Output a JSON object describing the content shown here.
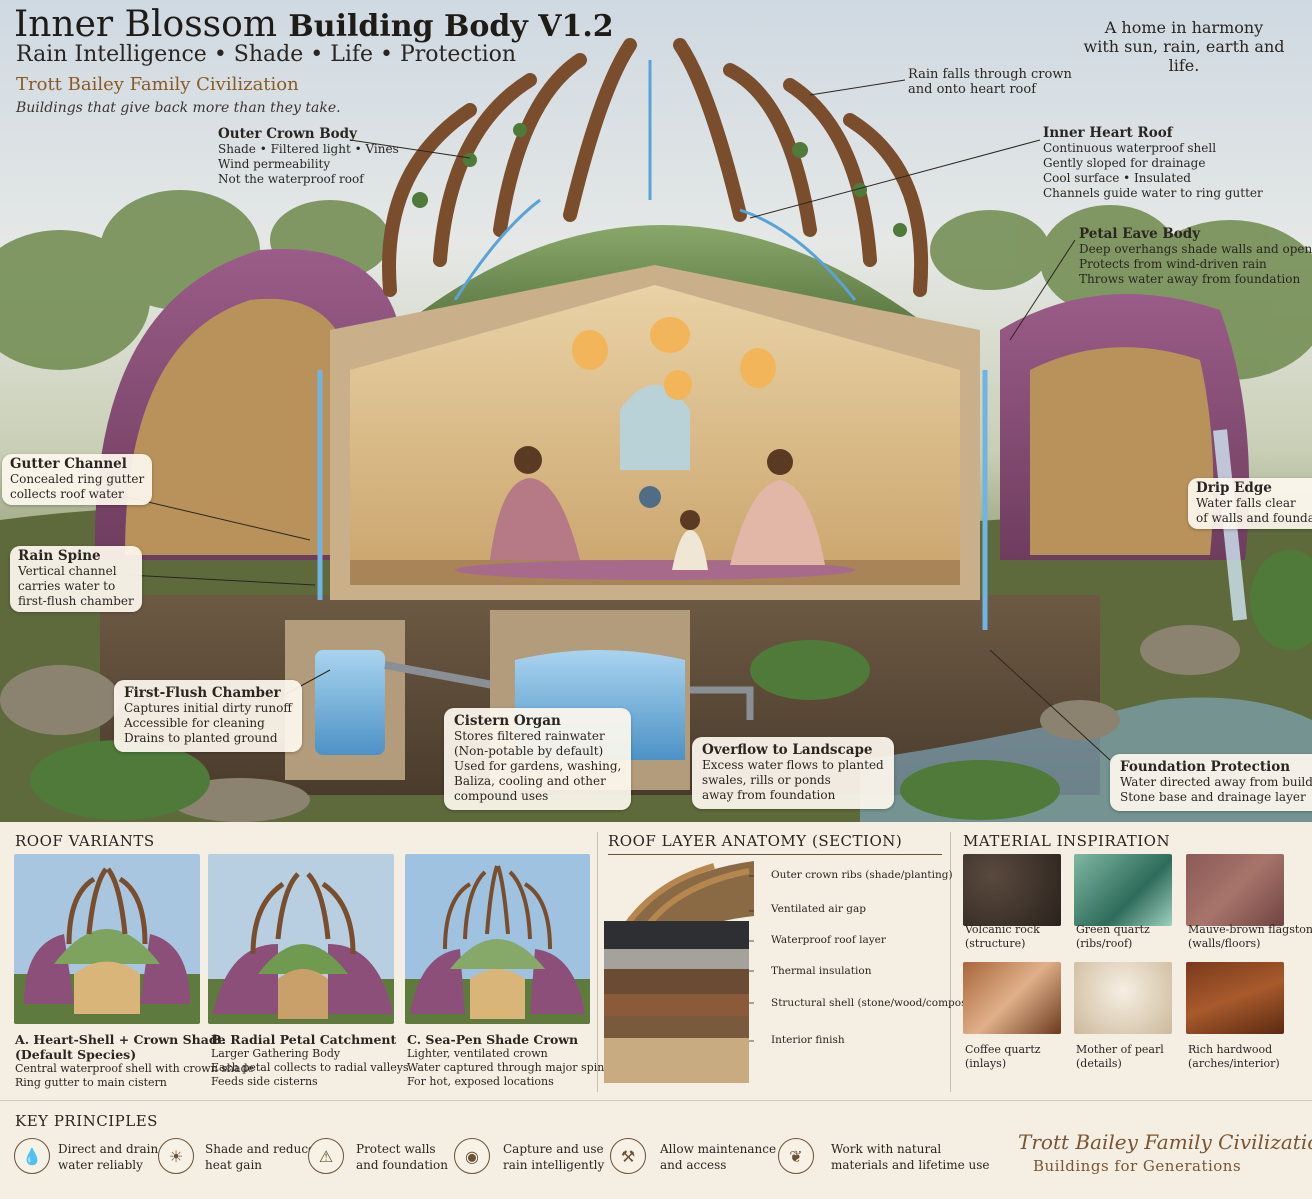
{
  "title": {
    "main_a": "Inner Blossom",
    "main_b": "Building Body V1.2",
    "subtitle": "Rain Intelligence • Shade • Life • Protection",
    "family": "Trott Bailey Family Civilization",
    "motto": "Buildings that give back more than they take."
  },
  "tagline": {
    "line1": "A home in harmony",
    "line2": "with sun, rain, earth and life."
  },
  "callouts": {
    "rain_falls": {
      "line1": "Rain falls through crown",
      "line2": "and onto heart roof"
    },
    "outer_crown": {
      "title": "Outer Crown Body",
      "l1": "Shade • Filtered light • Vines",
      "l2": "Wind permeability",
      "l3": "Not the waterproof roof"
    },
    "inner_heart": {
      "title": "Inner Heart Roof",
      "l1": "Continuous waterproof shell",
      "l2": "Gently sloped for drainage",
      "l3": "Cool surface • Insulated",
      "l4": "Channels guide water to ring gutter"
    },
    "petal_eave": {
      "title": "Petal Eave Body",
      "l1": "Deep overhangs shade walls and openings",
      "l2": "Protects from wind-driven rain",
      "l3": "Throws water away from foundation"
    },
    "gutter": {
      "title": "Gutter Channel",
      "l1": "Concealed ring gutter",
      "l2": "collects roof water"
    },
    "rain_spine": {
      "title": "Rain Spine",
      "l1": "Vertical channel",
      "l2": "carries water to",
      "l3": "first-flush chamber"
    },
    "drip_edge": {
      "title": "Drip Edge",
      "l1": "Water falls clear",
      "l2": "of walls and foundation"
    },
    "first_flush": {
      "title": "First-Flush Chamber",
      "l1": "Captures initial dirty runoff",
      "l2": "Accessible for cleaning",
      "l3": "Drains to planted ground"
    },
    "cistern": {
      "title": "Cistern Organ",
      "l1": "Stores filtered rainwater",
      "l2": "(Non-potable by default)",
      "l3": "Used for gardens, washing,",
      "l4": "Baliza, cooling and other",
      "l5": "compound uses"
    },
    "overflow": {
      "title": "Overflow to Landscape",
      "l1": "Excess water flows to planted",
      "l2": "swales, rills or ponds",
      "l3": "away from foundation"
    },
    "foundation": {
      "title": "Foundation Protection",
      "l1": "Water directed away from building",
      "l2": "Stone base and drainage layer"
    }
  },
  "roof_variants": {
    "heading": "ROOF VARIANTS",
    "items": [
      {
        "title": "A. Heart-Shell + Crown Shade",
        "title2": "(Default Species)",
        "l1": "Central waterproof shell with crown shade",
        "l2": "Ring gutter to main cistern"
      },
      {
        "title": "B. Radial Petal Catchment",
        "title2": "",
        "l1": "Larger Gathering Body",
        "l2": "Each petal collects to radial valleys",
        "l3": "Feeds side cisterns"
      },
      {
        "title": "C. Sea-Pen Shade Crown",
        "title2": "",
        "l1": "Lighter, ventilated crown",
        "l2": "Water captured through major spines",
        "l3": "For hot, exposed locations"
      }
    ]
  },
  "roof_layers": {
    "heading": "ROOF LAYER ANATOMY (SECTION)",
    "layers": [
      "Outer crown ribs (shade/planting)",
      "Ventilated air gap",
      "Waterproof roof layer",
      "Thermal insulation",
      "Structural shell (stone/wood/composite)",
      "Interior finish"
    ]
  },
  "materials": {
    "heading": "MATERIAL INSPIRATION",
    "items": [
      {
        "name": "Volcanic rock",
        "use": "(structure)"
      },
      {
        "name": "Green quartz",
        "use": "(ribs/roof)"
      },
      {
        "name": "Mauve-brown flagstone",
        "use": "(walls/floors)"
      },
      {
        "name": "Coffee quartz",
        "use": "(inlays)"
      },
      {
        "name": "Mother of pearl",
        "use": "(details)"
      },
      {
        "name": "Rich hardwood",
        "use": "(arches/interior)"
      }
    ]
  },
  "principles": {
    "heading": "KEY PRINCIPLES",
    "items": [
      {
        "l1": "Direct and drain",
        "l2": "water reliably",
        "icon": "water-drop-icon"
      },
      {
        "l1": "Shade and reduce",
        "l2": "heat gain",
        "icon": "sun-icon"
      },
      {
        "l1": "Protect walls",
        "l2": "and foundation",
        "icon": "warning-icon"
      },
      {
        "l1": "Capture and use",
        "l2": "rain intelligently",
        "icon": "drop-icon"
      },
      {
        "l1": "Allow maintenance",
        "l2": "and access",
        "icon": "tools-icon"
      },
      {
        "l1": "Work with natural",
        "l2": "materials and lifetime use",
        "icon": "leaf-icon"
      }
    ]
  },
  "signature": {
    "line1": "Trott Bailey Family Civilization",
    "line2": "Buildings for Generations"
  },
  "colors": {
    "accent": "#8a5a24",
    "water": "#5aa3d6",
    "petal": "#8c4f7a",
    "wood": "#7a4e2c"
  }
}
